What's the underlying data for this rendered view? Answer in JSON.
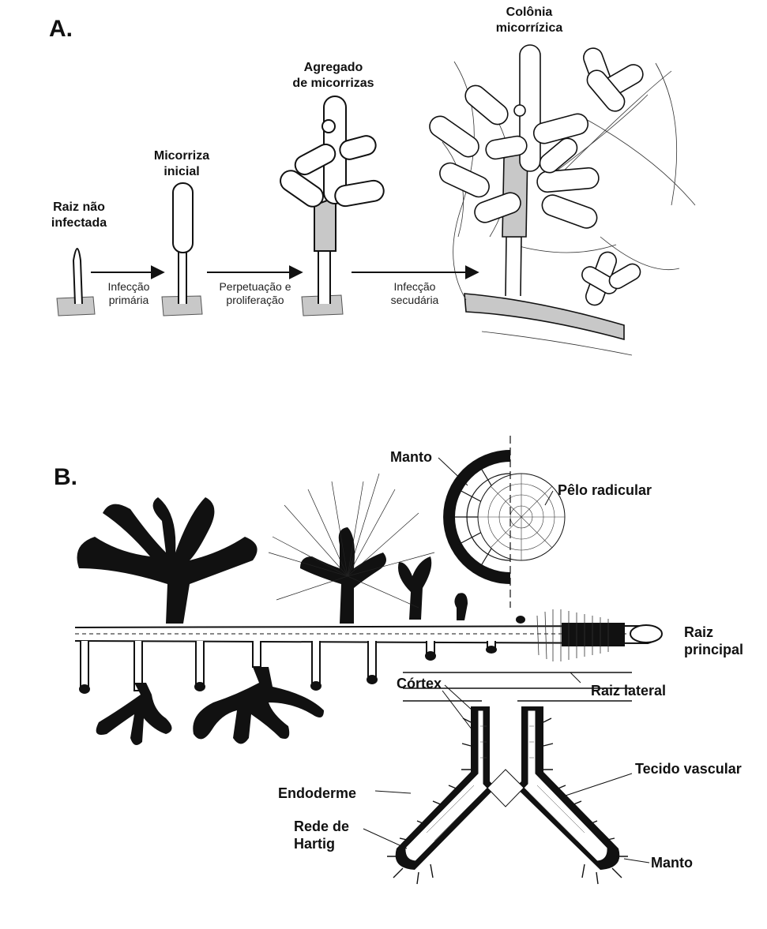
{
  "panel_a": {
    "letter": "A.",
    "stages": [
      {
        "l1": "Raiz não",
        "l2": "infectada"
      },
      {
        "l1": "Micorriza",
        "l2": "inicial"
      },
      {
        "l1": "Agregado",
        "l2": "de micorrizas"
      },
      {
        "l1": "Colônia",
        "l2": "micorrízica"
      }
    ],
    "arrows": [
      {
        "l1": "Infecção",
        "l2": "primária"
      },
      {
        "l1": "Perpetuação e",
        "l2": "proliferação"
      },
      {
        "l1": "Infecção",
        "l2": "secudária"
      }
    ]
  },
  "panel_b": {
    "letter": "B.",
    "manto_top": "Manto",
    "pelo": "Pêlo radicular",
    "raiz_principal": {
      "l1": "Raiz",
      "l2": "principal"
    },
    "raiz_lateral": "Raiz lateral",
    "cortex": "Córtex",
    "endoderme": "Endoderme",
    "tecido": "Tecido vascular",
    "manto_bottom": "Manto",
    "rede": {
      "l1": "Rede de",
      "l2": "Hartig"
    }
  },
  "colors": {
    "ink": "#111111",
    "shade": "#c8c8c8",
    "root": "#ffffff"
  }
}
